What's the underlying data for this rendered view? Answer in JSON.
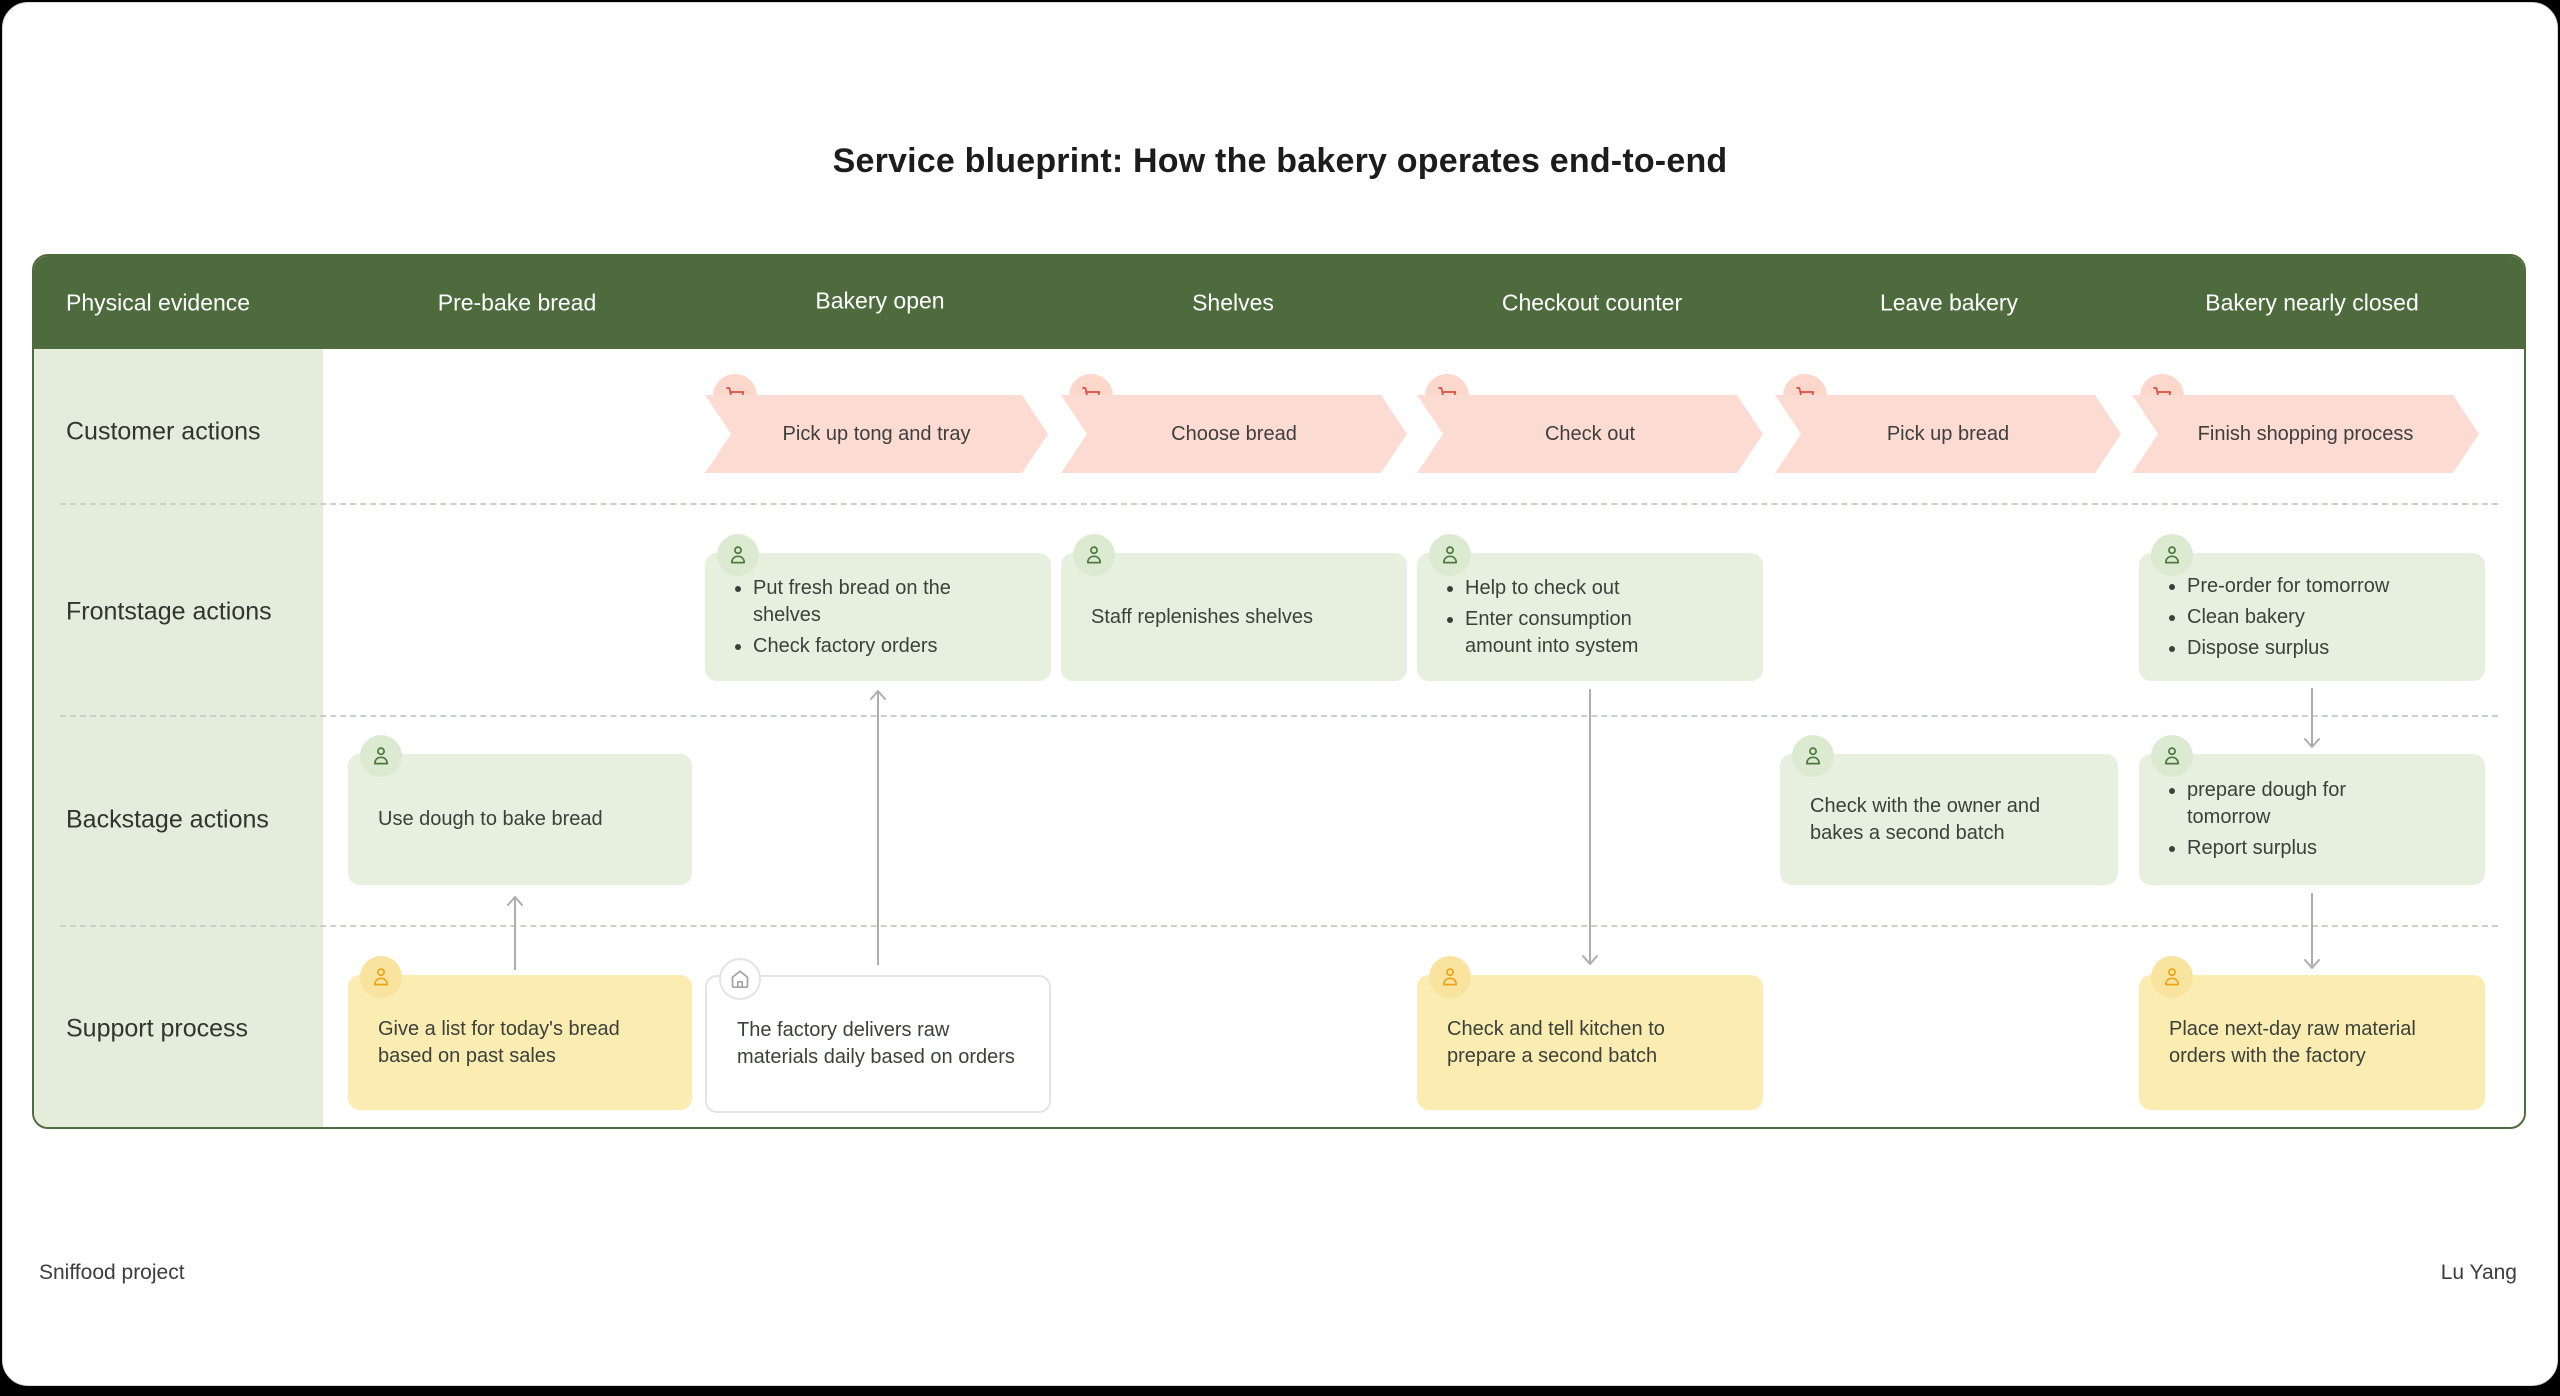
{
  "page": {
    "title": "Service blueprint: How the bakery operates end-to-end",
    "footer_left": "Sniffood project",
    "footer_right": "Lu Yang"
  },
  "colors": {
    "header_green": "#4e6b3e",
    "side_panel_green": "#e4ecdb",
    "action_box_green": "#e7efdf",
    "customer_arrow_pink": "#fcdcd2",
    "support_box_yellow": "#fbecb2",
    "cart_icon_red": "#d9503f",
    "person_icon_green": "#4c7a3c",
    "person_icon_orange": "#eda31a",
    "house_icon_gray": "#a3a3a3",
    "connector_gray": "#aeaeae"
  },
  "icons": {
    "customer_step": "cart-icon",
    "staff_action": "person-icon",
    "factory_support": "house-icon"
  },
  "blueprint": {
    "corner_header": "Physical evidence",
    "stages": [
      "Pre-bake bread",
      "Bakery open",
      "Shelves",
      "Checkout counter",
      "Leave bakery",
      "Bakery nearly closed"
    ],
    "row_labels": [
      "Customer actions",
      "Frontstage actions",
      "Backstage actions",
      "Support process"
    ],
    "customer_actions": [
      "Pick up tong and tray",
      "Choose bread",
      "Check out",
      "Pick up bread",
      "Finish shopping process"
    ],
    "frontstage_actions": {
      "bakery_open": {
        "items": [
          "Put fresh bread on the shelves",
          "Check factory orders"
        ]
      },
      "shelves": {
        "text": "Staff replenishes shelves"
      },
      "checkout_counter": {
        "items": [
          "Help to check out",
          "Enter consumption amount into system"
        ]
      },
      "bakery_nearly_closed": {
        "items": [
          "Pre-order for tomorrow",
          "Clean bakery",
          "Dispose surplus"
        ]
      }
    },
    "backstage_actions": {
      "pre_bake_bread": {
        "text": "Use dough to bake bread"
      },
      "leave_bakery": {
        "text": "Check with the owner and bakes a second batch"
      },
      "bakery_nearly_closed": {
        "items": [
          "prepare dough for tomorrow",
          "Report surplus"
        ]
      }
    },
    "support_process": {
      "pre_bake_bread": {
        "text": "Give a list for today's bread based on past sales"
      },
      "bakery_open": {
        "text": "The factory delivers raw materials daily based on orders"
      },
      "checkout_counter": {
        "text": "Check and tell kitchen to prepare a second batch"
      },
      "bakery_nearly_closed": {
        "text": "Place next-day raw material orders with the factory"
      }
    }
  }
}
